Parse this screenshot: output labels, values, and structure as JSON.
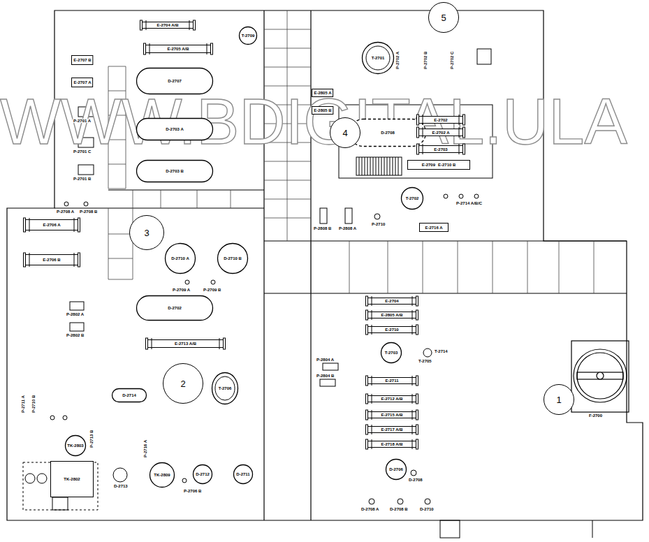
{
  "diagram": {
    "nodes": [
      {
        "text": [
          "E-2704 A/B"
        ]
      },
      {
        "text": [
          "E-2705 A/B"
        ]
      },
      {
        "text": [
          "T-2709"
        ]
      },
      {
        "text": [
          "E-2707 B"
        ]
      },
      {
        "text": [
          "E-2707 A"
        ]
      },
      {
        "text": [
          "D-2707"
        ]
      },
      {
        "text": [
          "D-2703 A"
        ]
      },
      {
        "text": [
          "D-2703 B"
        ]
      },
      {
        "text": [
          "E-2805 A"
        ]
      },
      {
        "text": [
          "E-2805 B"
        ]
      },
      {
        "text": [
          "T-2701"
        ]
      },
      {
        "text": [
          "5"
        ]
      },
      {
        "text": [
          "D-2708"
        ]
      },
      {
        "text": [
          "4"
        ]
      },
      {
        "text": [
          "E-2702"
        ]
      },
      {
        "text": [
          "E-2702 A"
        ]
      },
      {
        "text": [
          "E-2703"
        ]
      },
      {
        "text": [
          "E-2709",
          "E-2710 B"
        ]
      },
      {
        "text": [
          "T-2702"
        ]
      },
      {
        "text": [
          "E-2716 A"
        ]
      },
      {
        "text": [
          "E-2706 A"
        ]
      },
      {
        "text": [
          "E-2706 B"
        ]
      },
      {
        "text": [
          "3"
        ]
      },
      {
        "text": [
          "D-2710 A"
        ]
      },
      {
        "text": [
          "D-2710 B"
        ]
      },
      {
        "text": [
          "D-2702"
        ]
      },
      {
        "text": [
          "E-2713 A/B"
        ]
      },
      {
        "text": [
          "D-2714"
        ]
      },
      {
        "text": [
          "2"
        ]
      },
      {
        "text": [
          "T-2706"
        ]
      },
      {
        "text": [
          "TK-2803"
        ]
      },
      {
        "text": [
          "TK-2802"
        ]
      },
      {
        "text": [
          "TK-2809"
        ]
      },
      {
        "text": [
          "D-2712"
        ]
      },
      {
        "text": [
          "D-2711"
        ]
      },
      {
        "text": [
          "E-2704"
        ]
      },
      {
        "text": [
          "E-2805 A/B"
        ]
      },
      {
        "text": [
          "E-2710"
        ]
      },
      {
        "text": [
          "T-2703"
        ]
      },
      {
        "text": [
          "E-2711"
        ]
      },
      {
        "text": [
          "E-2712 A/B"
        ]
      },
      {
        "text": [
          "E-2715 A/B"
        ]
      },
      {
        "text": [
          "E-2717 A/B"
        ]
      },
      {
        "text": [
          "E-2718 A/B"
        ]
      },
      {
        "text": [
          "D-2706"
        ]
      },
      {
        "text": [
          "1"
        ]
      }
    ],
    "labels": [
      "P-2701 A",
      "P-2701 C",
      "P-2701 B",
      "P-2708 A",
      "P-2708 B",
      "P-2702 A",
      "P-2702 B",
      "P-2702 C",
      "P-2714 A/B/C",
      "P-2808 B",
      "P-2808 A",
      "P-2710",
      "P-2709 A",
      "P-2709 B",
      "P-2802 A",
      "P-2802 B",
      "P-2711 A",
      "P-2710 B",
      "P-2713 B",
      "D-2713",
      "P-2716 A",
      "P-2706 B",
      "T-2714",
      "T-2705",
      "P-2804 A",
      "P-2804 B",
      "D-2708",
      "D-2708 A",
      "D-2708 B",
      "D-2710",
      "F-2700",
      "WWW.BDIGITAL.ULA"
    ]
  }
}
